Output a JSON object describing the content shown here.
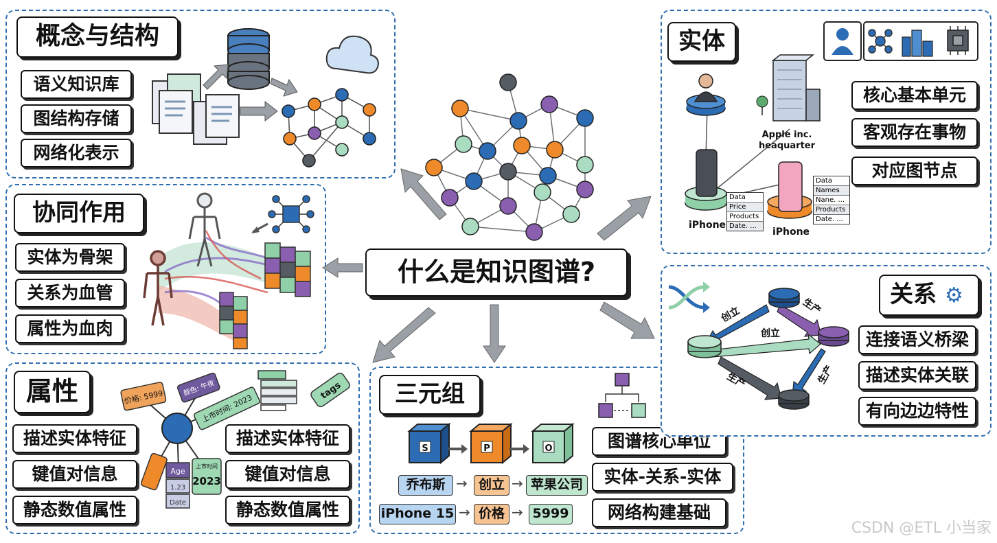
{
  "main_title": "什么是知识图谱?",
  "sections": {
    "concept": {
      "title": "概念与结构",
      "tags": [
        "语义知识库",
        "图结构存储",
        "网络化表示"
      ]
    },
    "synergy": {
      "title": "协同作用",
      "tags": [
        "实体为骨架",
        "关系为血管",
        "属性为血肉"
      ]
    },
    "attribute": {
      "title": "属性",
      "tags_left": [
        "描述实体特征",
        "键值对信息",
        "静态数值属性"
      ],
      "tags_right": [
        "描述实体特征",
        "键值对信息",
        "静态数值属性"
      ],
      "labels": {
        "price": "价格: 5999",
        "color": "颜色: 午夜",
        "release": "上市时间: 2023",
        "tags": "tags",
        "age": "Age",
        "num": "1.23",
        "date": "Date",
        "year": "2023",
        "year_small": "上市时间"
      }
    },
    "triple": {
      "title": "三元组",
      "spo": [
        "S",
        "P",
        "O"
      ],
      "row1": [
        "乔布斯",
        "创立",
        "苹果公司"
      ],
      "row2": [
        "iPhone 15",
        "价格",
        "5999"
      ],
      "tags": [
        "图谱核心单位",
        "实体-关系-实体",
        "网络构建基础"
      ]
    },
    "entity": {
      "title": "实体",
      "tags": [
        "核心基本单元",
        "客观存在事物",
        "对应图节点"
      ],
      "labels": {
        "building": "Apple inc.\nheaquarter",
        "phone1": "iPhone",
        "phone2": "iPhone"
      },
      "table1": [
        "Data",
        "Price",
        "Products",
        "Date. ..."
      ],
      "table2": [
        "Data",
        "Names",
        "Nane. ...",
        "Products",
        "Date. ..."
      ]
    },
    "relation": {
      "title": "关系",
      "edges": [
        "创立",
        "生产",
        "创立",
        "生产",
        "生产"
      ],
      "tags": [
        "连接语义桥梁",
        "描述实体关联",
        "有向边边特性"
      ]
    }
  },
  "watermark": "CSDN @ETL 小当家",
  "colors": {
    "blue": "#2b6cb5",
    "orange": "#ef8a2a",
    "green": "#a9dcc0",
    "purple": "#8a5fb0",
    "gray": "#555c63",
    "panel_border": "#2f6fb0"
  }
}
